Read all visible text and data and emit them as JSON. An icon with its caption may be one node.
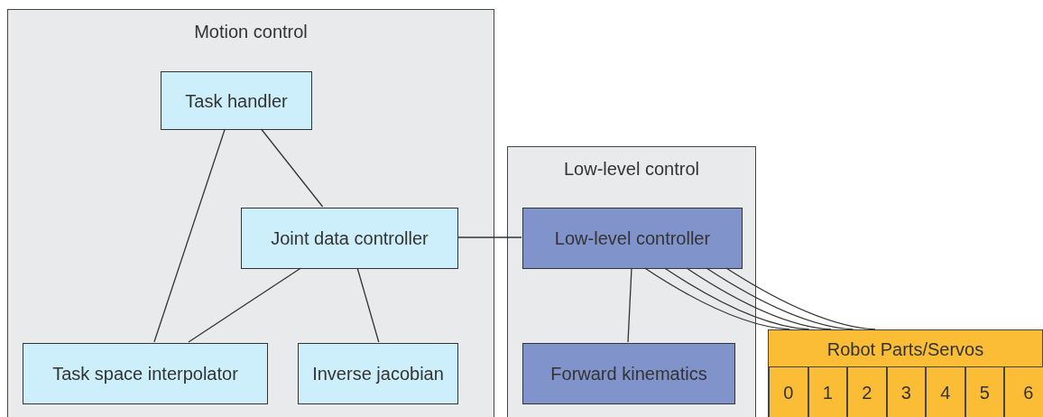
{
  "diagram": {
    "nodes": [
      {
        "text": [
          "Motion control"
        ]
      },
      {
        "text": [
          "Task handler"
        ],
        "in": 0
      },
      {
        "text": [
          "Joint data controller"
        ],
        "in": 0
      },
      {
        "text": [
          "Task space interpolator"
        ],
        "in": 0
      },
      {
        "text": [
          "Inverse jacobian"
        ],
        "in": 0
      },
      {
        "text": [
          "Low-level control"
        ]
      },
      {
        "text": [
          "Low-level controller"
        ],
        "in": 5
      },
      {
        "text": [
          "Forward kinematics"
        ],
        "in": 5
      },
      {
        "text": [
          "Robot Parts/Servos"
        ]
      },
      {
        "text": [
          "0"
        ],
        "in": 8
      },
      {
        "text": [
          "1"
        ],
        "in": 8
      },
      {
        "text": [
          "2"
        ],
        "in": 8
      },
      {
        "text": [
          "3"
        ],
        "in": 8
      },
      {
        "text": [
          "4"
        ],
        "in": 8
      },
      {
        "text": [
          "5"
        ],
        "in": 8
      },
      {
        "text": [
          "6"
        ],
        "in": 8
      }
    ],
    "edges": [
      {
        "from": 1,
        "to": 3,
        "arrow": "none"
      },
      {
        "from": 1,
        "to": 2,
        "arrow": "none"
      },
      {
        "from": 2,
        "to": 3,
        "arrow": "none"
      },
      {
        "from": 2,
        "to": 4,
        "arrow": "none"
      },
      {
        "from": 2,
        "to": 6,
        "arrow": "none"
      },
      {
        "from": 6,
        "to": 7,
        "arrow": "none"
      },
      {
        "from": 6,
        "to": 8,
        "arrow": "none"
      },
      {
        "from": 6,
        "to": 8,
        "arrow": "none"
      },
      {
        "from": 6,
        "to": 8,
        "arrow": "none"
      },
      {
        "from": 6,
        "to": 8,
        "arrow": "none"
      },
      {
        "from": 6,
        "to": 8,
        "arrow": "none"
      }
    ]
  }
}
